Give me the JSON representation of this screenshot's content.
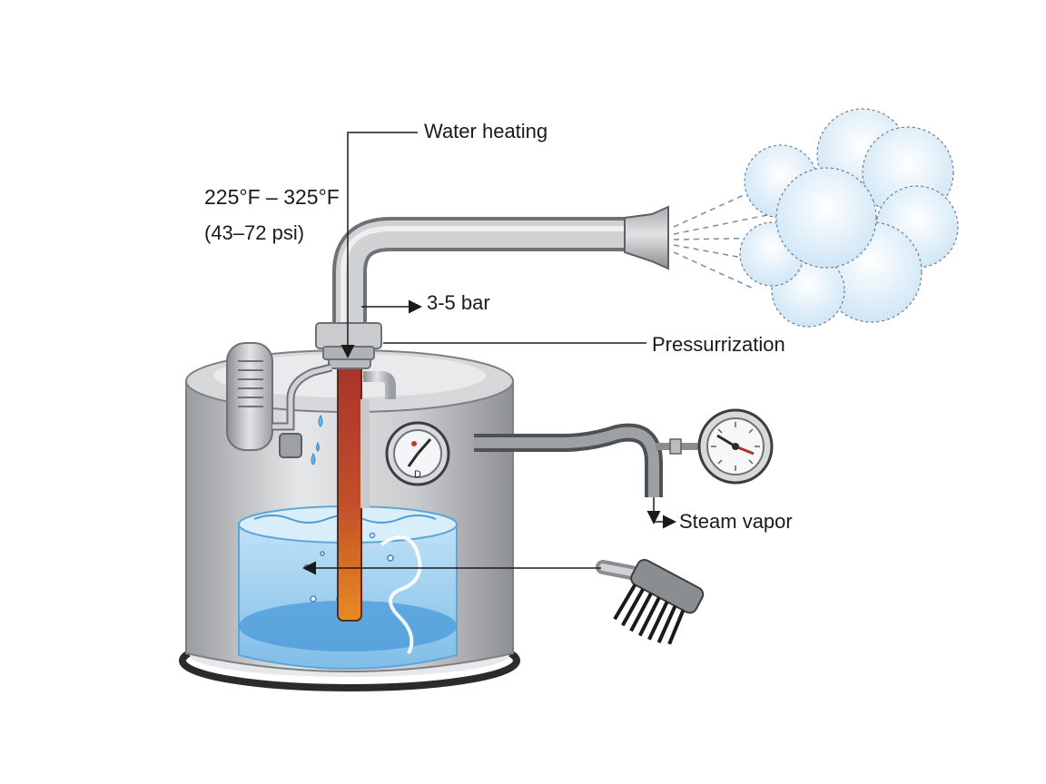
{
  "labels": {
    "water_heating": "Water heating",
    "temperature_range": "225°F – 325°F",
    "pressure_psi": "(43–72 psi)",
    "pressure_bar": "3-5 bar",
    "pressurization": "Pressurrization",
    "steam_vapor": "Steam vapor",
    "gauge_mark": "D"
  },
  "colors": {
    "steel": "#c4c6c8",
    "steel_dark": "#8d9093",
    "water": "#8fc8ec",
    "water_deep": "#3f93d6",
    "element_top": "#b2372a",
    "element_bottom": "#e07a1e",
    "steam_cloud": "#e3f1fb",
    "outline": "#2b2b2b"
  }
}
